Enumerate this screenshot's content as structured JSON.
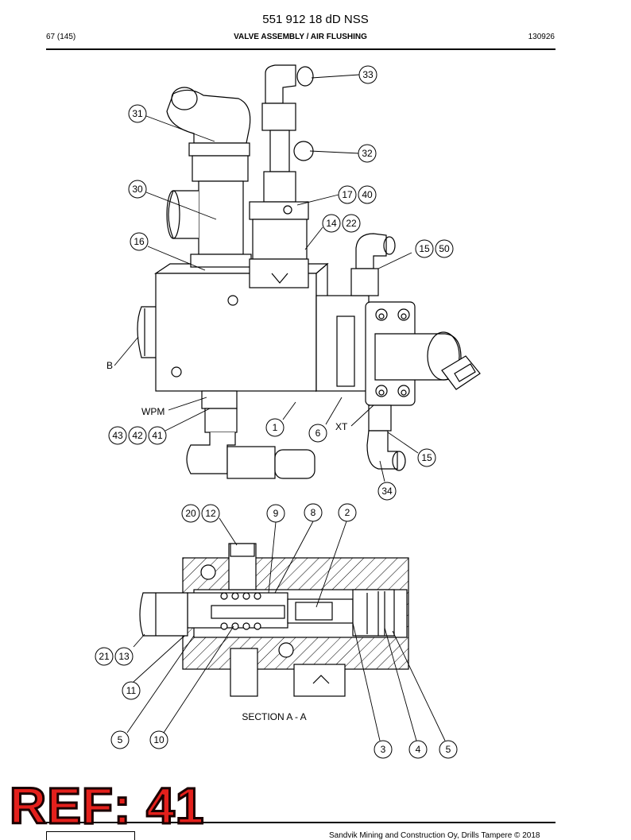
{
  "header": {
    "title": "551 912 18 dD NSS",
    "page": "67 (145)",
    "section": "VALVE ASSEMBLY / AIR FLUSHING",
    "code": "130926"
  },
  "callouts_top": [
    "33",
    "31",
    "32",
    "17",
    "40",
    "30",
    "14",
    "22",
    "16",
    "15",
    "50",
    "1",
    "6",
    "43",
    "42",
    "41",
    "15",
    "34"
  ],
  "labels_top": {
    "b": "B",
    "wpm": "WPM",
    "xt": "XT"
  },
  "callouts_section": [
    "20",
    "12",
    "9",
    "8",
    "2",
    "21",
    "13",
    "11",
    "5",
    "10",
    "3",
    "4",
    "5"
  ],
  "section_caption": "SECTION A - A",
  "stamp": "REF: 41",
  "footer": {
    "copyright": "Sandvik Mining and Construction Oy, Drills Tampere © 2018"
  }
}
